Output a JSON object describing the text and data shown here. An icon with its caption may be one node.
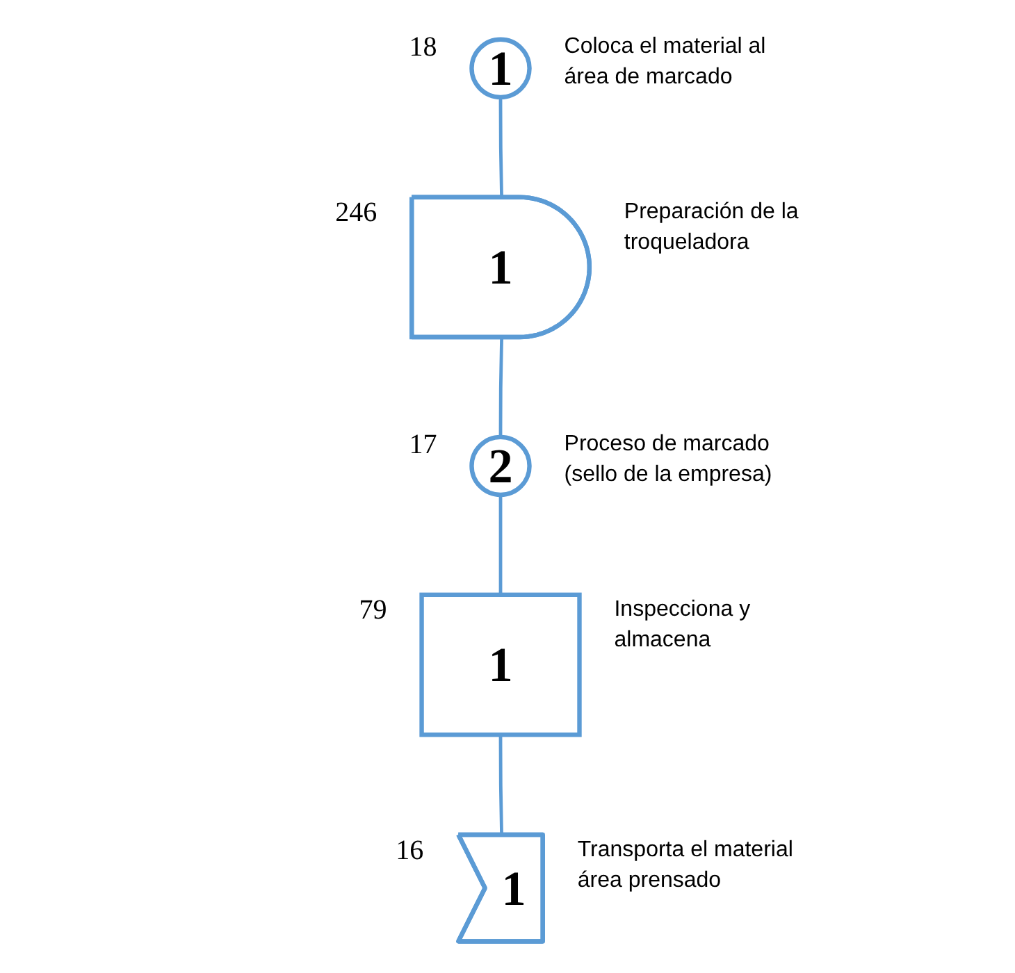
{
  "diagram": {
    "nodes": [
      {
        "text": [
          "1"
        ],
        "beside": [
          "18",
          "Coloca el material al área de marcado"
        ]
      },
      {
        "text": [
          "1"
        ],
        "beside": [
          "246",
          "Preparación de la troqueladora"
        ]
      },
      {
        "text": [
          "2"
        ],
        "beside": [
          "17",
          "Proceso de marcado (sello de la empresa)"
        ]
      },
      {
        "text": [
          "1"
        ],
        "beside": [
          "79",
          "Inspecciona y almacena"
        ]
      },
      {
        "text": [
          "1"
        ],
        "beside": [
          "16",
          "Transporta el material área prensado"
        ]
      }
    ],
    "edges": [
      {
        "from": 0,
        "to": 1,
        "arrow": "none"
      },
      {
        "from": 1,
        "to": 2,
        "arrow": "none"
      },
      {
        "from": 2,
        "to": 3,
        "arrow": "none"
      },
      {
        "from": 3,
        "to": 4,
        "arrow": "none"
      }
    ]
  }
}
